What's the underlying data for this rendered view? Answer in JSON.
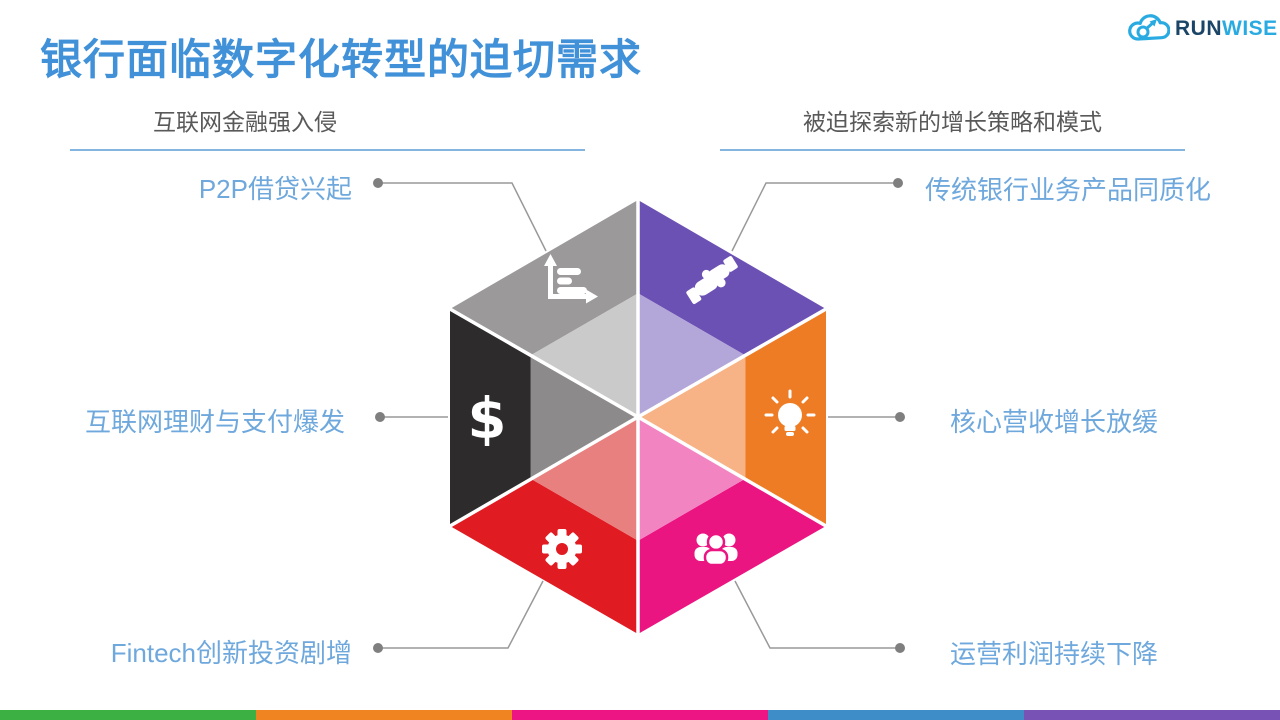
{
  "slide": {
    "title": "银行面临数字化转型的迫切需求",
    "logo": {
      "brand_run": "RUN",
      "brand_wise": "WISE"
    },
    "sections": {
      "left": {
        "heading": "互联网金融强入侵"
      },
      "right": {
        "heading": "被迫探索新的增长策略和模式"
      }
    },
    "callouts": {
      "top_left": "P2P借贷兴起",
      "mid_left": "互联网理财与支付爆发",
      "bottom_left": "Fintech创新投资剧增",
      "top_right": "传统银行业务产品同质化",
      "mid_right": "核心营收增长放缓",
      "bottom_right": "运营利润持续下降"
    },
    "hexagon": {
      "sectors": {
        "top_left": {
          "icon": "bar-chart-icon",
          "color": "#9B999A",
          "inner": "#CBCACA"
        },
        "top_right": {
          "icon": "handshake-icon",
          "color": "#6C51B4",
          "inner": "#B3A6D8"
        },
        "right": {
          "icon": "lightbulb-icon",
          "color": "#EE7C25",
          "inner": "#F7B285"
        },
        "bottom_right": {
          "icon": "people-icon",
          "color": "#EB1582",
          "inner": "#F384C2"
        },
        "bottom_left": {
          "icon": "gear-icon",
          "color": "#E01B22",
          "inner": "#E88080"
        },
        "left": {
          "icon": "dollar-icon",
          "glyph": "$",
          "color": "#2D2B2C",
          "inner": "#8C8A8B"
        }
      }
    },
    "colors": {
      "title": "#4191D9",
      "callout": "#6FA8DC",
      "heading": "#595959",
      "underline": "#5B9BD5",
      "connector": "#999999",
      "connector_dot": "#7F7F7F",
      "logo_run": "#1B4567",
      "logo_wise": "#29ABE2",
      "icon": "#FFFFFF"
    },
    "footer_stripe": {
      "colors": [
        "#3CB043",
        "#F08421",
        "#EC1583",
        "#3E8DC9",
        "#7952B5"
      ]
    }
  }
}
